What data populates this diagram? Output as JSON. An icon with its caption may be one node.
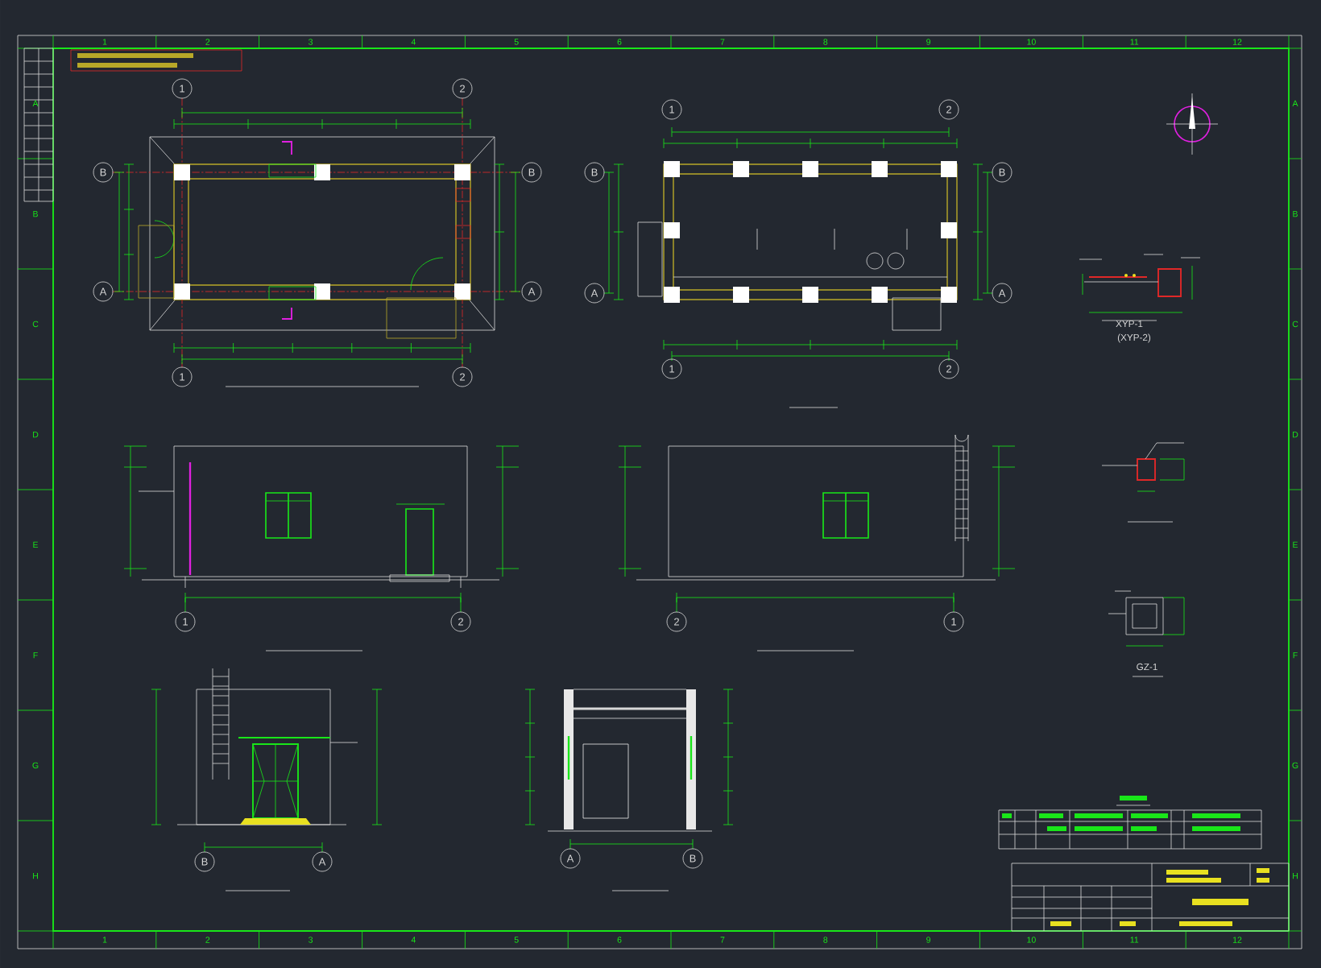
{
  "diagram": {
    "nodes": [
      {
        "text": [
          "1"
        ]
      },
      {
        "text": [
          "2"
        ]
      },
      {
        "text": [
          "B"
        ]
      },
      {
        "text": [
          "B"
        ]
      },
      {
        "text": [
          "A"
        ]
      },
      {
        "text": [
          "A"
        ]
      },
      {
        "text": [
          "1"
        ]
      },
      {
        "text": [
          "2"
        ]
      },
      {
        "text": [
          "1"
        ]
      },
      {
        "text": [
          "2"
        ]
      },
      {
        "text": [
          "B"
        ]
      },
      {
        "text": [
          "B"
        ]
      },
      {
        "text": [
          "A"
        ]
      },
      {
        "text": [
          "A"
        ]
      },
      {
        "text": [
          "1"
        ]
      },
      {
        "text": [
          "2"
        ]
      },
      {
        "text": [
          "1"
        ]
      },
      {
        "text": [
          "2"
        ]
      },
      {
        "text": [
          "2"
        ]
      },
      {
        "text": [
          "1"
        ]
      },
      {
        "text": [
          "B"
        ]
      },
      {
        "text": [
          "A"
        ]
      },
      {
        "text": [
          "A"
        ]
      },
      {
        "text": [
          "B"
        ]
      }
    ],
    "labels": [
      "1",
      "2",
      "3",
      "4",
      "5",
      "6",
      "7",
      "8",
      "9",
      "10",
      "11",
      "12",
      "A",
      "B",
      "C",
      "D",
      "E",
      "F",
      "G",
      "H",
      "A",
      "B",
      "C",
      "D",
      "E",
      "F",
      "G",
      "H",
      "XYP-1",
      "(XYP-2)",
      "GZ-1",
      "1",
      "2",
      "3",
      "4",
      "5",
      "6",
      "7",
      "8",
      "9",
      "10",
      "11",
      "12"
    ]
  }
}
